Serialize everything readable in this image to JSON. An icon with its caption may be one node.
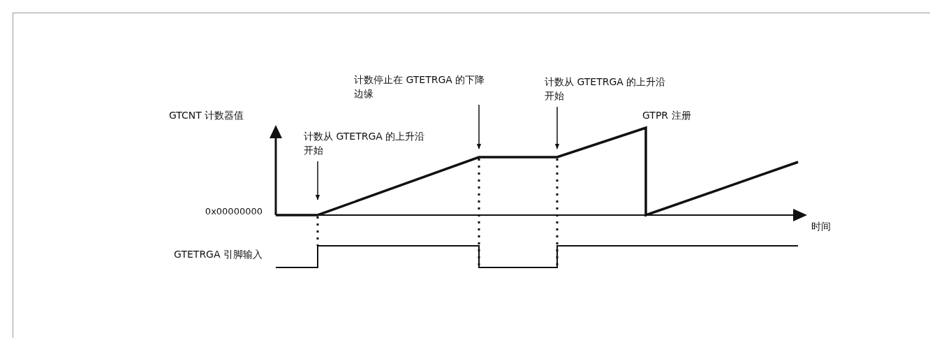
{
  "diagram": {
    "nodes": [
      {
        "text": [
          "计数从 GTETRGA 的上升沿开始"
        ]
      },
      {
        "text": [
          "计数停止在 GTETRGA 的下降边缘"
        ]
      },
      {
        "text": [
          "计数从 GTETRGA 的上升沿开始"
        ]
      }
    ],
    "edges": [
      {
        "from": 0,
        "to": null,
        "arrow": "to"
      },
      {
        "from": 1,
        "to": null,
        "arrow": "to"
      },
      {
        "from": 2,
        "to": null,
        "arrow": "to"
      }
    ],
    "labels": [
      "GTCNT 计数器值",
      "GTPR 注册",
      "0x00000000",
      "时间",
      "GTETRGA 引脚输入"
    ]
  }
}
